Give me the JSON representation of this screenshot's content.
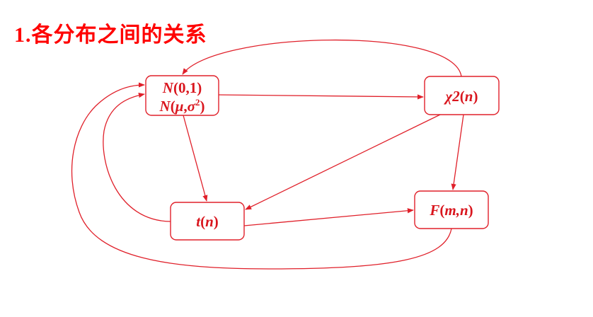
{
  "title": {
    "number": "1.",
    "text": "各分布之间的关系"
  },
  "colors": {
    "title": "#ff0000",
    "line": "#e0202a",
    "text": "#d9161e",
    "background": "#ffffff"
  },
  "nodes": {
    "normal": {
      "line1": {
        "dist": "N",
        "open": "(",
        "args": "0,1",
        "close": ")"
      },
      "line2": {
        "dist": "N",
        "open": "(",
        "mu": "μ",
        "comma": ",",
        "sigma": "σ",
        "sup": "2",
        "close": ")"
      }
    },
    "chi2": {
      "dist": "χ2",
      "open": "(",
      "arg": "n",
      "close": ")"
    },
    "t": {
      "dist": "t",
      "open": "(",
      "arg": "n",
      "close": ")"
    },
    "f": {
      "dist": "F",
      "open": "(",
      "args": "m,n",
      "close": ")"
    }
  }
}
